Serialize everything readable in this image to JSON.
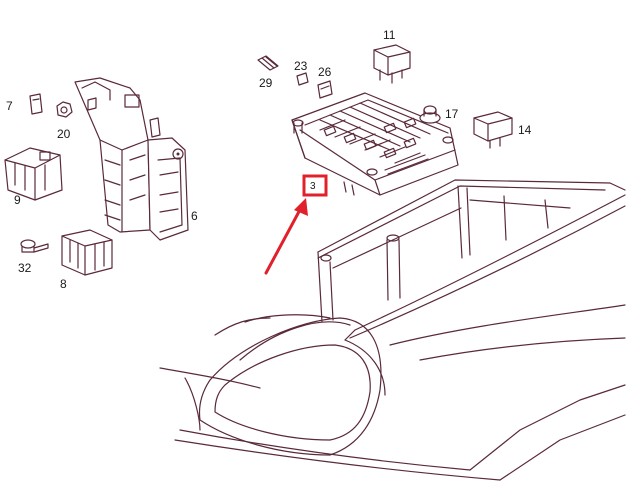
{
  "callouts": {
    "n7": "7",
    "n20": "20",
    "n9": "9",
    "n32": "32",
    "n8": "8",
    "n6": "6",
    "n29": "29",
    "n23": "23",
    "n26": "26",
    "n11": "11",
    "n17": "17",
    "n14": "14",
    "n3": "3"
  },
  "colors": {
    "line": "#5a2a3a",
    "highlight": "#e0202a",
    "text": "#1a1a1a"
  }
}
